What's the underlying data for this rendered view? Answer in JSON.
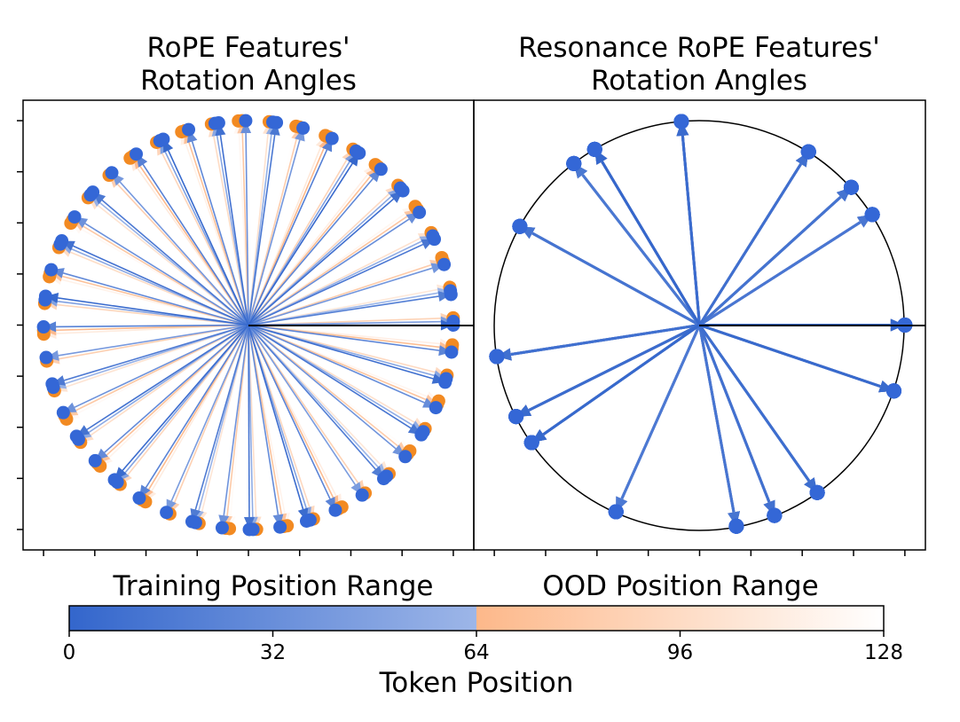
{
  "chart_data": [
    {
      "type": "scatter",
      "title_lines": [
        "RoPE Features'",
        "Rotation Angles"
      ],
      "description_of_marks": "Unit-circle endpoints of rotated feature vectors for token positions 0-127; rotation angle per position = position × theta",
      "theta_radians": 1.0,
      "positions": {
        "start": 0,
        "end": 127
      },
      "xlim": [
        -1.1,
        1.1
      ],
      "ylim": [
        -1.1,
        1.1
      ],
      "axis_ticks_x": [
        -1.0,
        -0.75,
        -0.5,
        -0.25,
        0.0,
        0.25,
        0.5,
        0.75,
        1.0
      ],
      "axis_ticks_y": [
        -1.0,
        -0.75,
        -0.5,
        -0.25,
        0.0,
        0.25,
        0.5,
        0.75,
        1.0
      ],
      "tick_labels_shown": false,
      "draw_circle": false
    },
    {
      "type": "scatter",
      "title_lines": [
        "Resonance RoPE Features'",
        "Rotation Angles"
      ],
      "description_of_marks": "Rotation angles rounded to a period of 16 positions; only 16 distinct directions, all within the training range",
      "distinct_angles": 16,
      "positions": {
        "start": 0,
        "end": 127
      },
      "xlim": [
        -1.1,
        1.1
      ],
      "ylim": [
        -1.1,
        1.1
      ],
      "axis_ticks_x": [
        -1.0,
        -0.75,
        -0.5,
        -0.25,
        0.0,
        0.25,
        0.5,
        0.75,
        1.0
      ],
      "tick_labels_shown": false,
      "draw_circle": true
    }
  ],
  "colorbar": {
    "label": "Token Position",
    "ticks": [
      "0",
      "32",
      "64",
      "96",
      "128"
    ],
    "tick_values": [
      0,
      32,
      64,
      96,
      128
    ],
    "min": 0,
    "max": 128,
    "split": 64,
    "bands": [
      {
        "label": "Training Position Range",
        "from": 0,
        "to": 64,
        "color_start": "#3366cc",
        "color_end": "#9db6e8"
      },
      {
        "label": "OOD Position Range",
        "from": 64,
        "to": 128,
        "color_start": "#fdb88a",
        "color_end": "#ffffff"
      }
    ]
  },
  "colors": {
    "training_marker": "#3467d6",
    "ood_marker": "#f28a22",
    "axis": "#000000"
  }
}
